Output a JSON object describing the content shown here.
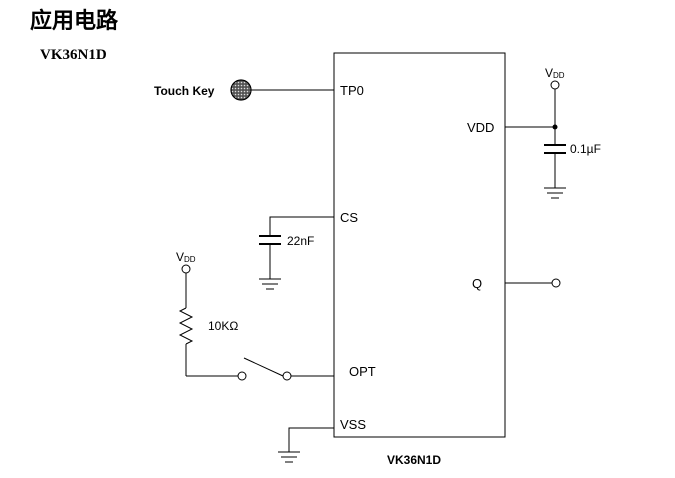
{
  "heading": "应用电路",
  "part_number": "VK36N1D",
  "touch_key_label": "Touch Key",
  "pins": {
    "tp0": "TP0",
    "cs": "CS",
    "opt": "OPT",
    "vss": "VSS",
    "vdd": "VDD",
    "q": "Q"
  },
  "components": {
    "cs_capacitor": "22nF",
    "vdd_capacitor": "0.1µF",
    "resistor": "10KΩ"
  },
  "supply_label": {
    "main": "V",
    "sub": "DD"
  },
  "chip_label": "VK36N1D"
}
